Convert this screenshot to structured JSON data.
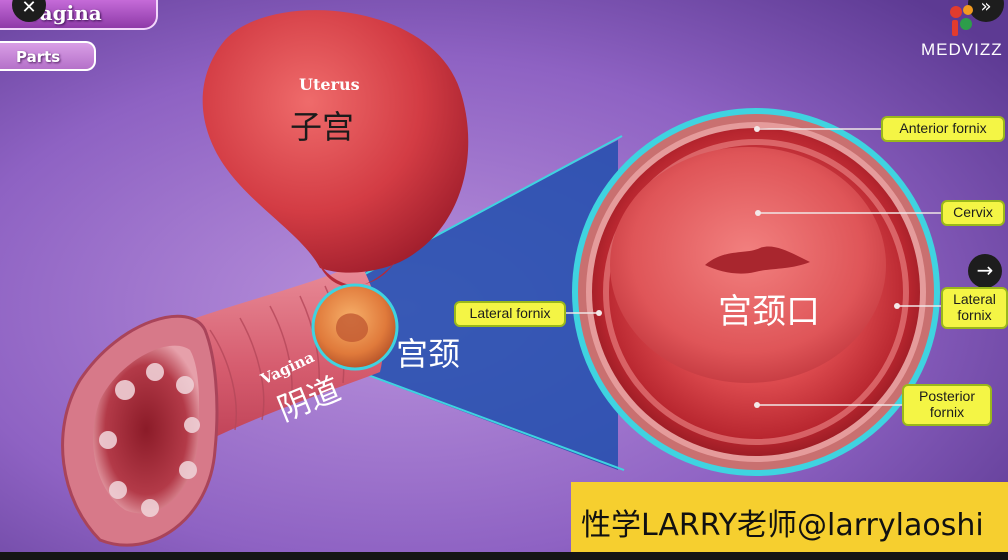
{
  "header": {
    "title": "Vagina",
    "parts_label": "Parts"
  },
  "controls": {
    "close_glyph": "✕",
    "forward_glyph": "»",
    "next_glyph": "→"
  },
  "logo": {
    "text": "MEDVIZZ",
    "icon": "medvizz-logo-icon"
  },
  "anatomy": {
    "uterus_en": "Uterus",
    "uterus_cn": "子宫",
    "vagina_en": "Vagina",
    "vagina_cn": "阴道",
    "cervix_cn": "宫颈",
    "os_cn": "宫颈口"
  },
  "labels": {
    "anterior_fornix": "Anterior fornix",
    "cervix": "Cervix",
    "lateral_fornix_left": "Lateral fornix",
    "lateral_fornix_right_line1": "Lateral",
    "lateral_fornix_right_line2": "fornix",
    "posterior_fornix_line1": "Posterior",
    "posterior_fornix_line2": "fornix"
  },
  "banner": {
    "text": "性学LARRY老师@larrylaoshi"
  },
  "colors": {
    "background": "#7a4fb0",
    "label_fill": "#f4f545",
    "banner_fill": "#f6cf2f",
    "tissue_red": "#d0363c",
    "highlight_cyan": "#35c9d8"
  }
}
